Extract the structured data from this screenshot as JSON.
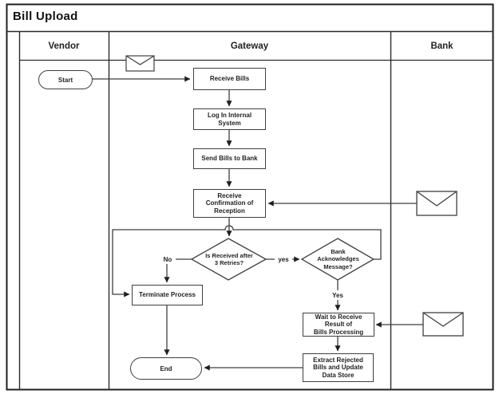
{
  "title": "Bill Upload",
  "lanes": [
    {
      "label": "Vendor"
    },
    {
      "label": "Gateway"
    },
    {
      "label": "Bank"
    }
  ],
  "nodes": {
    "start": "Start",
    "receive_bills": "Receive Bills",
    "log_in_internal_system": "Log In Internal\nSystem",
    "send_bills_to_bank": "Send Bills to Bank",
    "receive_confirmation": "Receive\nConfirmation of\nReception",
    "retries_decision": "Is Received after\n3 Retries?",
    "bank_ack_decision": "Bank\nAcknowledges\nMessage?",
    "terminate_process": "Terminate Process",
    "wait_result": "Wait to Receive\nResult of\nBills Processing",
    "extract_rejected": "Extract Rejected\nBills and Update\nData Store",
    "end": "End"
  },
  "edge_labels": {
    "no": "No",
    "yes": "yes",
    "yes_confirm": "Yes"
  },
  "icons": {
    "message_event": "envelope"
  },
  "colors": {
    "line": "#3f3f3f",
    "pool_border": "#1f1f1f",
    "text": "#1f1f1f",
    "background": "#ffffff"
  }
}
